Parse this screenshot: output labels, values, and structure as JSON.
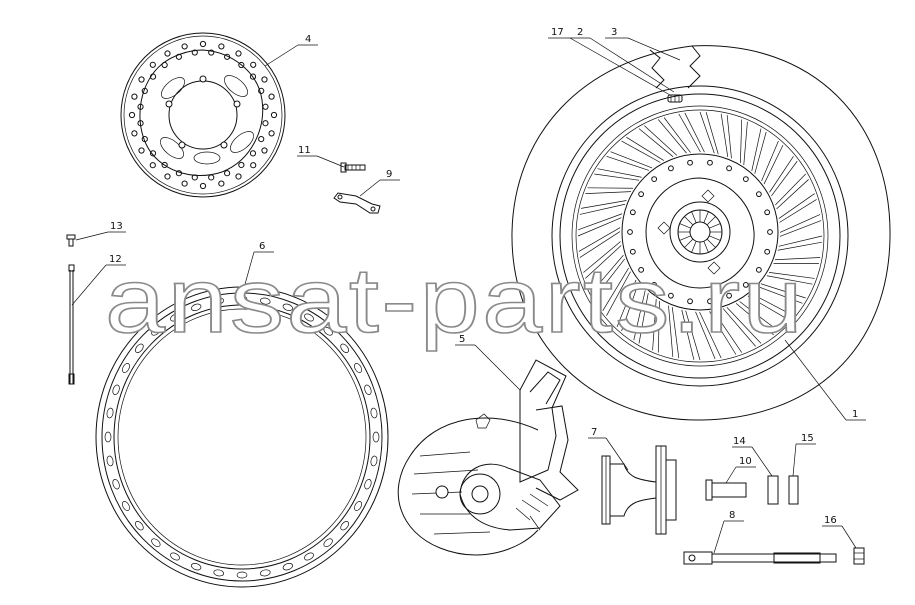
{
  "watermark": "ansat-parts.ru",
  "callouts": [
    {
      "id": "c1",
      "label": "1"
    },
    {
      "id": "c2",
      "label": "2"
    },
    {
      "id": "c3",
      "label": "3"
    },
    {
      "id": "c4",
      "label": "4"
    },
    {
      "id": "c5",
      "label": "5"
    },
    {
      "id": "c6",
      "label": "6"
    },
    {
      "id": "c7",
      "label": "7"
    },
    {
      "id": "c8",
      "label": "8"
    },
    {
      "id": "c9",
      "label": "9"
    },
    {
      "id": "c10",
      "label": "10"
    },
    {
      "id": "c11",
      "label": "11"
    },
    {
      "id": "c12",
      "label": "12"
    },
    {
      "id": "c13",
      "label": "13"
    },
    {
      "id": "c14",
      "label": "14"
    },
    {
      "id": "c15",
      "label": "15"
    },
    {
      "id": "c16",
      "label": "16"
    },
    {
      "id": "c17",
      "label": "17"
    }
  ]
}
